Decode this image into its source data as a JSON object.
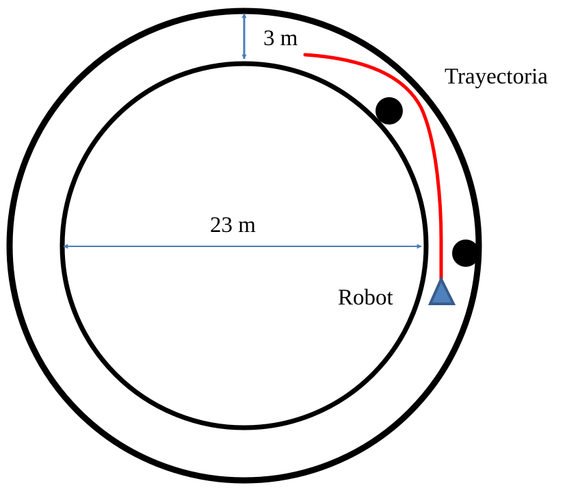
{
  "labels": {
    "gap": "3 m",
    "trajectory": "Trayectoria",
    "diameter": "23 m",
    "robot": "Robot"
  },
  "colors": {
    "ring_stroke": "#000000",
    "dimension_arrow": "#4a7ebb",
    "trajectory_path": "#ff0000",
    "obstacle_fill": "#000000",
    "robot_fill": "#4f81bd",
    "robot_stroke": "#385d8a",
    "background": "#ffffff"
  },
  "elements": {
    "obstacles_count": 2,
    "robot_icon": "triangle-icon"
  }
}
